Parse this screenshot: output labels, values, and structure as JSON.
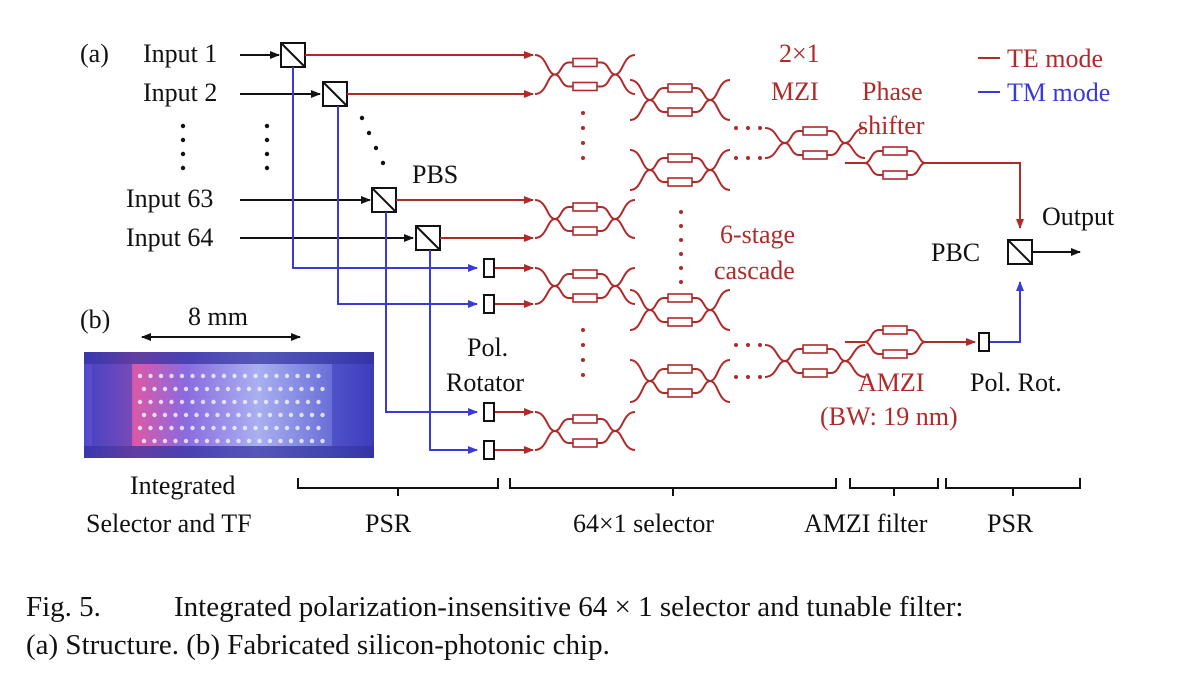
{
  "figure": {
    "panel_a": "(a)",
    "panel_b": "(b)",
    "inputs": [
      "Input 1",
      "Input 2",
      "Input 63",
      "Input 64"
    ],
    "pbs": "PBS",
    "mzi": [
      "2×1",
      "MZI"
    ],
    "phase_shifter": [
      "Phase",
      "shifter"
    ],
    "legend": {
      "te": "TE mode",
      "tm": "TM mode",
      "te_color": "#b02a2a",
      "tm_color": "#3a3ad8"
    },
    "output": "Output",
    "pbc": "PBC",
    "cascade": [
      "6-stage",
      "cascade"
    ],
    "pol_rotator": [
      "Pol.",
      "Rotator"
    ],
    "amzi": [
      "AMZI",
      "(BW: 19 nm)"
    ],
    "pol_rot": "Pol. Rot.",
    "scale": "8 mm",
    "chip_label": [
      "Integrated",
      "Selector and TF"
    ],
    "sections": [
      "PSR",
      "64×1 selector",
      "AMZI filter",
      "PSR"
    ]
  },
  "caption": {
    "number": "Fig. 5.",
    "line1": "Integrated polarization-insensitive 64 × 1 selector and tunable filter:",
    "line2": "(a) Structure. (b) Fabricated silicon-photonic chip."
  }
}
